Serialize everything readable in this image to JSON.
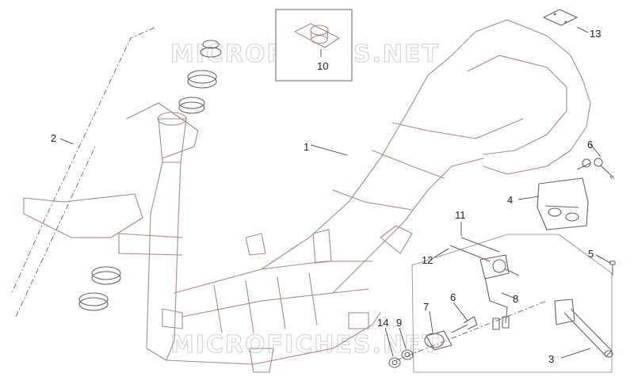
{
  "watermark": {
    "top": "MICROFICHES.NET",
    "bottom": "MICROFICHES.NET"
  },
  "callouts": {
    "c1": "1",
    "c2": "2",
    "c3": "3",
    "c4": "4",
    "c5": "5",
    "c6a": "6",
    "c6b": "6",
    "c7": "7",
    "c8": "8",
    "c9": "9",
    "c10": "10",
    "c11": "11",
    "c12": "12",
    "c13": "13",
    "c14": "14"
  }
}
